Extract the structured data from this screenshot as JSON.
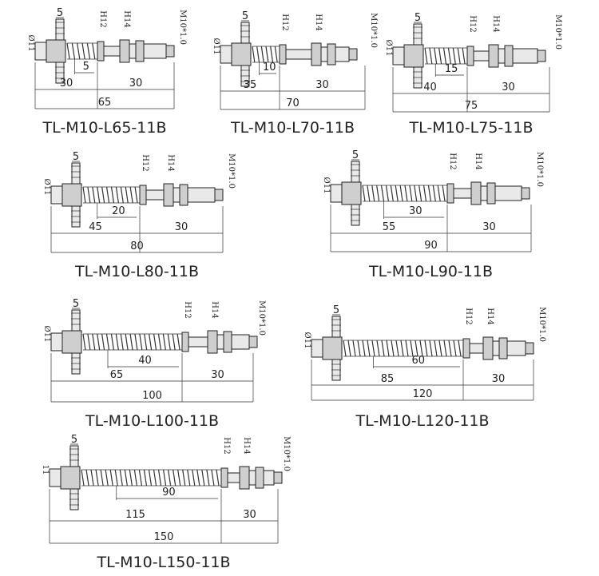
{
  "labels": {
    "hex_h12": "H12",
    "hex_h14": "H14",
    "thread": "M10*1.0",
    "diameter": "Ø11",
    "diameter_plain": "11",
    "fitting": "5"
  },
  "models": [
    {
      "title": "TL-M10-L65-11B",
      "overall": "65",
      "spring_dim": "30",
      "thread_dim": "30",
      "extra": "5"
    },
    {
      "title": "TL-M10-L70-11B",
      "overall": "70",
      "spring_dim": "35",
      "thread_dim": "30",
      "extra": "10"
    },
    {
      "title": "TL-M10-L75-11B",
      "overall": "75",
      "spring_dim": "40",
      "thread_dim": "30",
      "extra": "15"
    },
    {
      "title": "TL-M10-L80-11B",
      "overall": "80",
      "spring_dim": "45",
      "thread_dim": "30",
      "extra": "20"
    },
    {
      "title": "TL-M10-L90-11B",
      "overall": "90",
      "spring_dim": "55",
      "thread_dim": "30",
      "extra": "30"
    },
    {
      "title": "TL-M10-L100-11B",
      "overall": "100",
      "spring_dim": "65",
      "thread_dim": "30",
      "extra": "40"
    },
    {
      "title": "TL-M10-L120-11B",
      "overall": "120",
      "spring_dim": "85",
      "thread_dim": "30",
      "extra": "60"
    },
    {
      "title": "TL-M10-L150-11B",
      "overall": "150",
      "spring_dim": "115",
      "thread_dim": "30",
      "extra": "90"
    }
  ]
}
